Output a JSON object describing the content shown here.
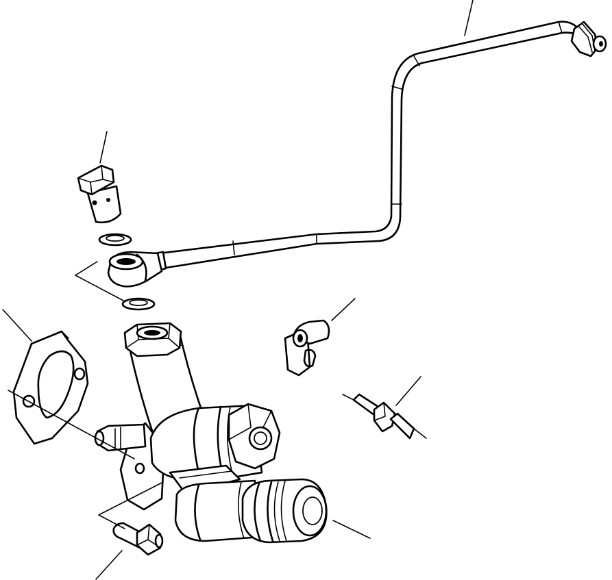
{
  "diagram": {
    "kind": "exploded parts illustration",
    "line_color": "#000000",
    "background_color": "#ffffff",
    "parts": [
      {
        "id": "fuel-tube",
        "icon": "bent-tube"
      },
      {
        "id": "banjo-bolt",
        "icon": "hollow-bolt"
      },
      {
        "id": "seal-washers",
        "icon": "washer-pair"
      },
      {
        "id": "gasket",
        "icon": "flange-gasket"
      },
      {
        "id": "fuel-pump",
        "icon": "feed-pump"
      },
      {
        "id": "clamp",
        "icon": "tube-clamp"
      },
      {
        "id": "stud",
        "icon": "threaded-stud"
      },
      {
        "id": "mounting-bolts",
        "icon": "flange-bolt"
      },
      {
        "id": "priming-pump",
        "icon": "priming-plunger"
      }
    ]
  }
}
